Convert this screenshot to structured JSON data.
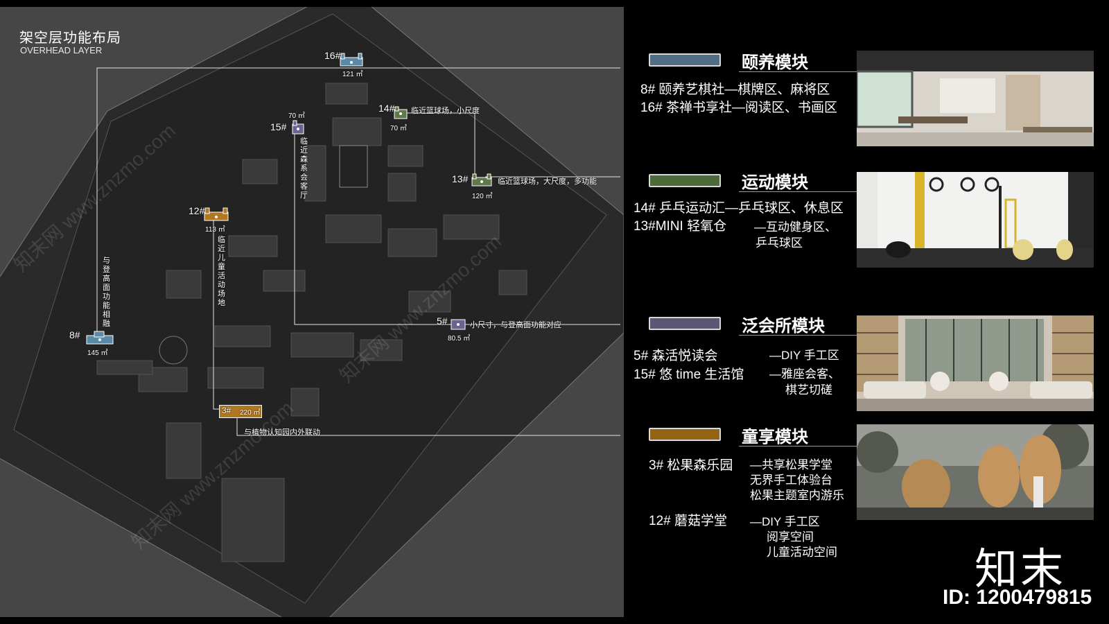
{
  "header": {
    "title_cn": "架空层功能布局",
    "title_en": "OVERHEAD LAYER"
  },
  "map": {
    "markers": [
      {
        "num": "16#",
        "area": "121 ㎡",
        "color": "#5b89a8"
      },
      {
        "num": "15#",
        "area": "70 ㎡",
        "color": "#6a6590"
      },
      {
        "num": "14#",
        "area": "70 ㎡",
        "note": "临近篮球场，小尺度",
        "color": "#5f7a4a"
      },
      {
        "num": "13#",
        "area": "120 ㎡",
        "note": "临近篮球场，大尺度，多功能",
        "color": "#5f7a4a"
      },
      {
        "num": "12#",
        "area": "113 ㎡",
        "color": "#b07820"
      },
      {
        "num": "8#",
        "area": "145 ㎡",
        "color": "#5b89a8"
      },
      {
        "num": "5#",
        "area": "80.5 ㎡",
        "note": "小尺寸，与登高面功能对应",
        "color": "#6a6590"
      },
      {
        "num": "3#",
        "area": "220 ㎡",
        "note": "与植物认知园内外联动",
        "color": "#b07820"
      }
    ],
    "vertical_notes": {
      "v15": "临近森系会客厅",
      "v12": "临近儿童活动场地",
      "v8": "与登高面功能相融"
    }
  },
  "modules": [
    {
      "title": "颐养模块",
      "color": "#4e6e86",
      "lines": [
        "8# 颐养艺棋社—棋牌区、麻将区",
        "16# 茶禅书享社—阅读区、书画区"
      ]
    },
    {
      "title": "运动模块",
      "color": "#4e6a3b",
      "lines": [
        "14# 乒乓运动汇—乒乓球区、休息区",
        "13#MINI 轻氧仓",
        "—互动健身区、",
        "乒乓球区"
      ]
    },
    {
      "title": "泛会所模块",
      "color": "#5a5676",
      "lines": [
        "5# 森活悦读会",
        "—DIY 手工区",
        "15# 悠 time 生活馆",
        "—雅座会客、",
        "棋艺切磋"
      ]
    },
    {
      "title": "童享模块",
      "color": "#946414",
      "lines": [
        "3# 松果森乐园",
        "—共享松果学堂",
        "无界手工体验台",
        "松果主题室内游乐",
        "12# 蘑菇学堂",
        "—DIY 手工区",
        "阅享空间",
        "儿童活动空间"
      ]
    }
  ],
  "watermark": {
    "brand": "知末",
    "id": "ID: 1200479815",
    "site": "知末网 www.znzmo.com"
  }
}
